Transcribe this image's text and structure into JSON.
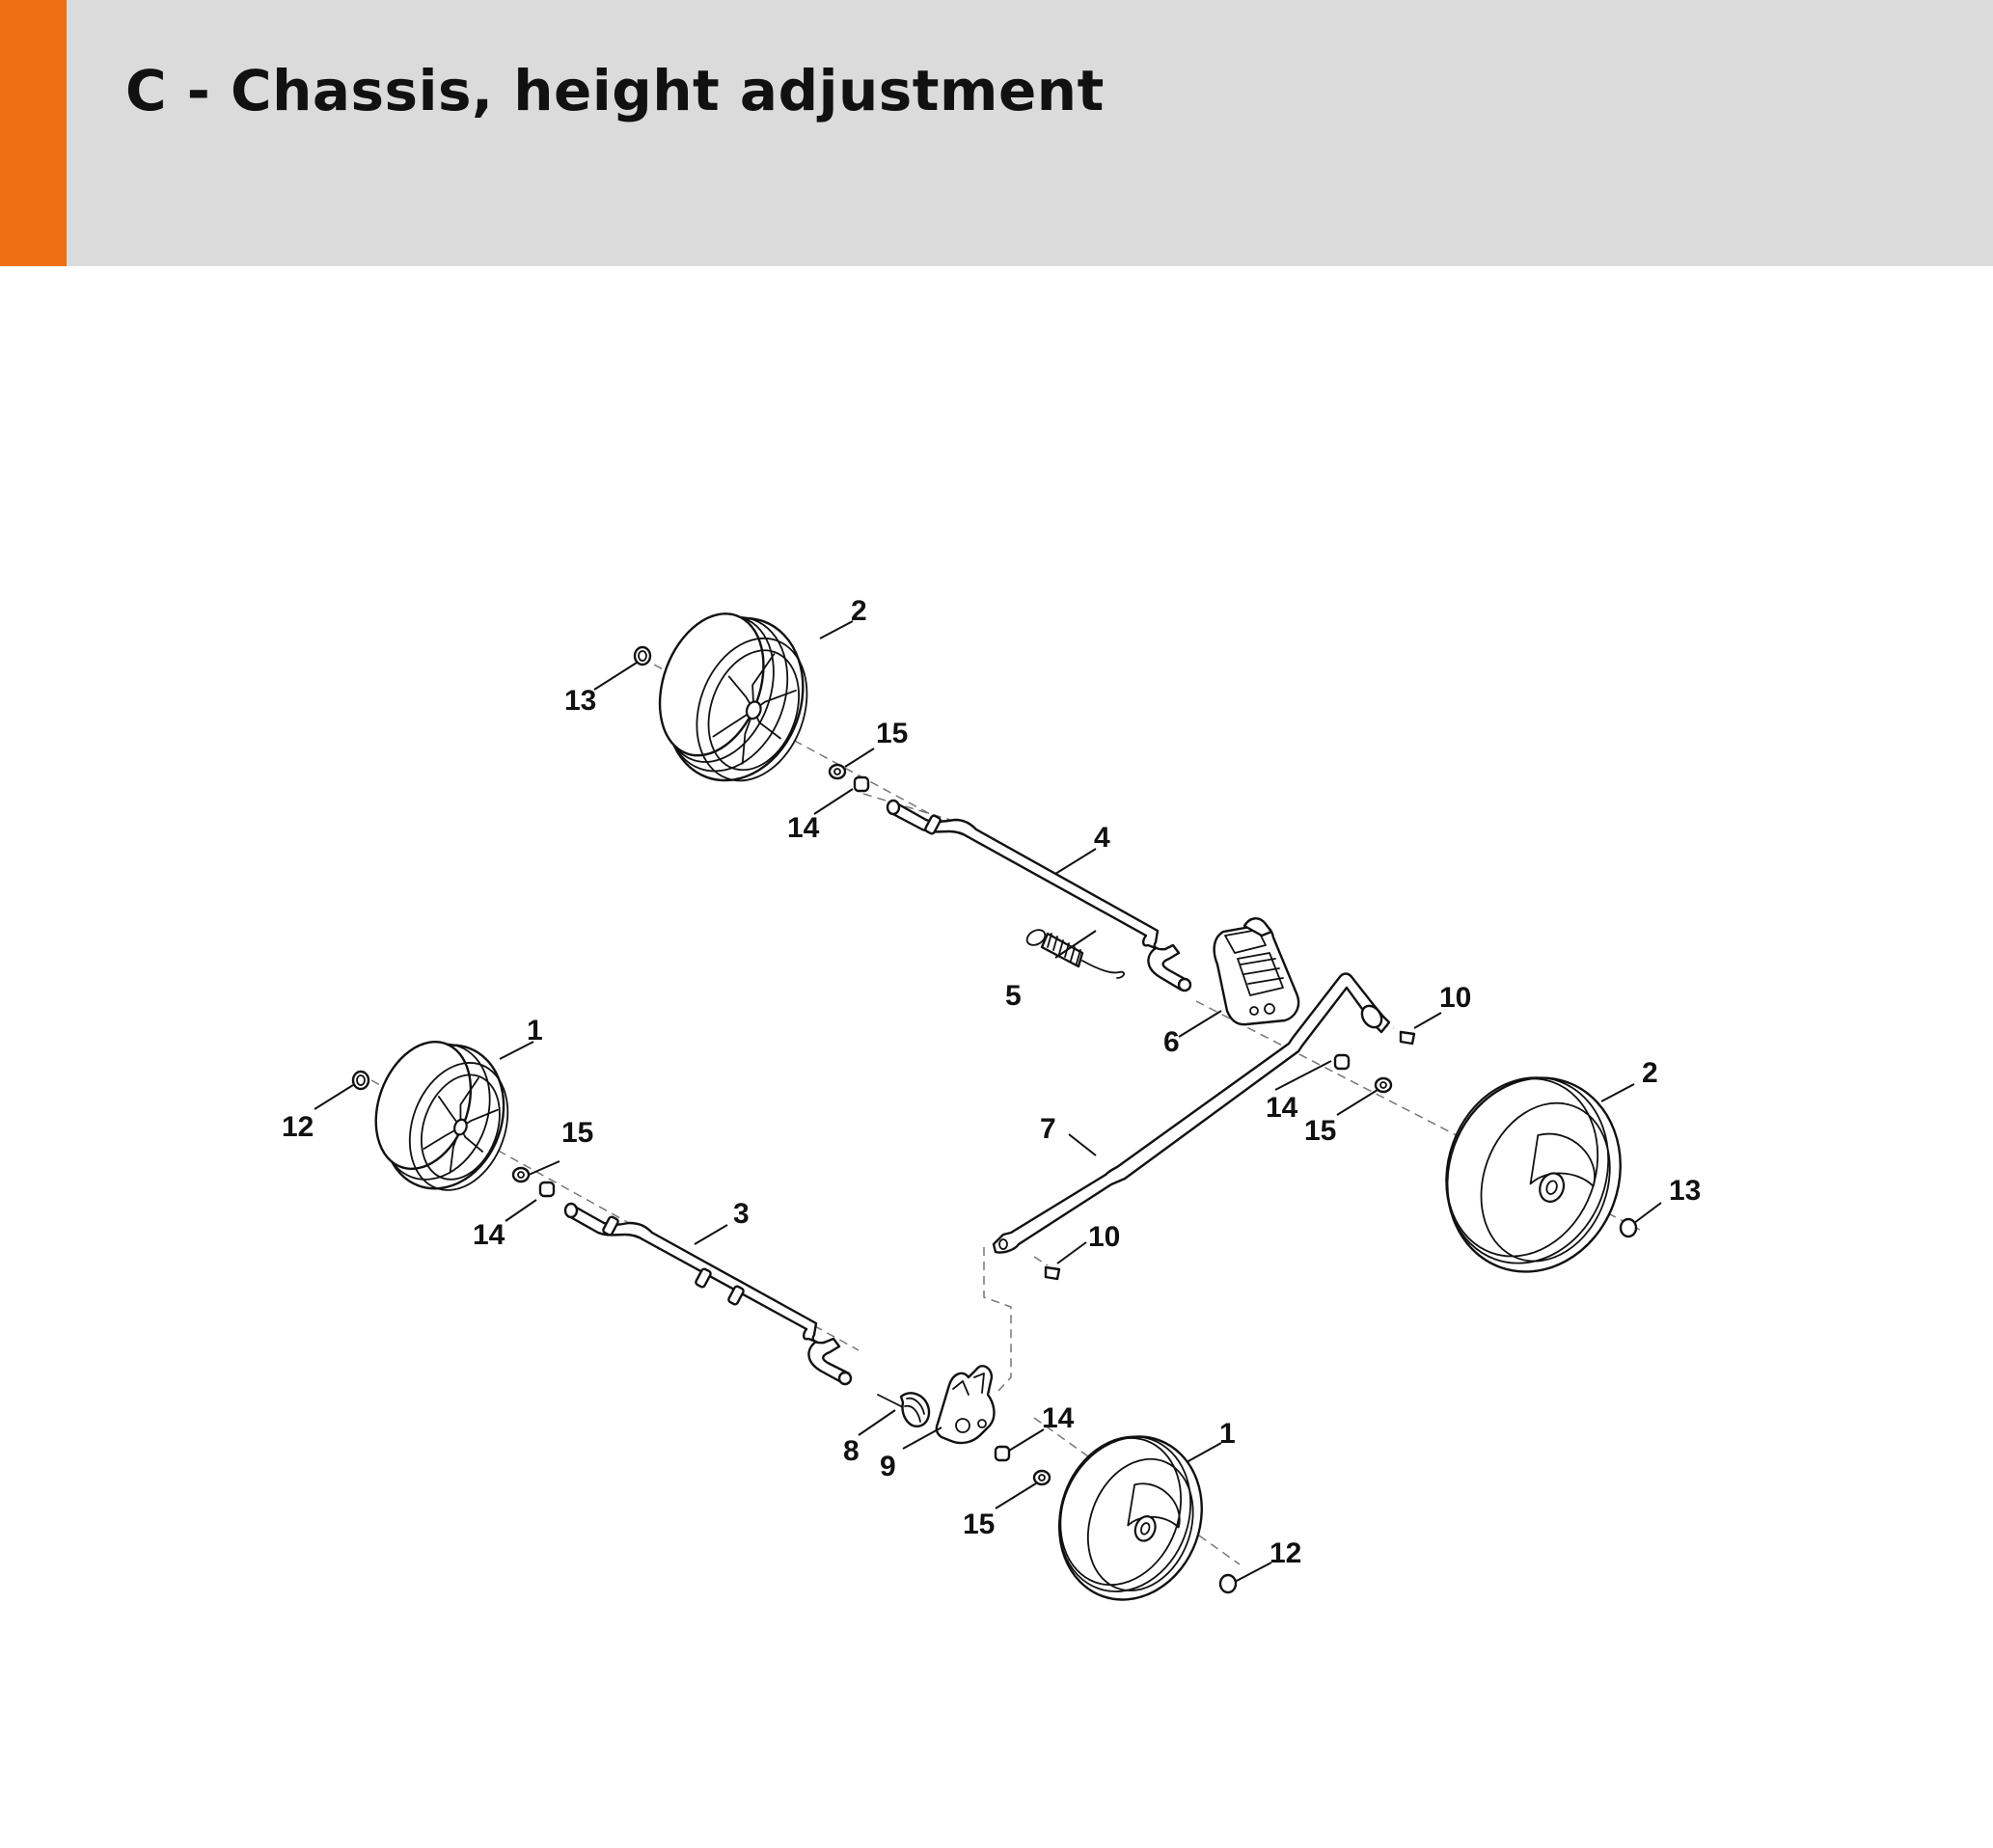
{
  "header": {
    "title": "C - Chassis, height adjustment",
    "accent_color": "#ec7012",
    "background_color": "#dadbda"
  },
  "callouts": [
    "1",
    "1",
    "2",
    "2",
    "3",
    "4",
    "5",
    "6",
    "7",
    "8",
    "9",
    "10",
    "10",
    "12",
    "12",
    "13",
    "13",
    "14",
    "14",
    "14",
    "14",
    "15",
    "15",
    "15",
    "15"
  ]
}
